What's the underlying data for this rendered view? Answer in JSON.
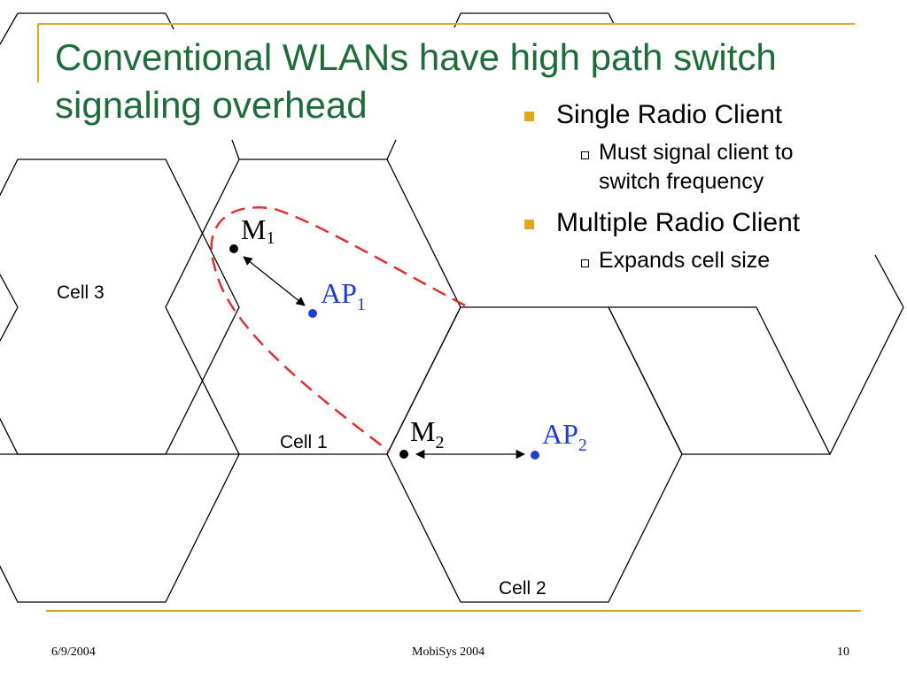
{
  "slide": {
    "title_lines": [
      "Conventional WLANs have high path switch",
      "signaling overhead"
    ],
    "bullets": [
      {
        "text": "Single Radio Client",
        "sub": [
          "Must signal client to",
          "switch frequency"
        ]
      },
      {
        "text": "Multiple Radio Client",
        "sub": [
          "Expands cell size"
        ]
      }
    ]
  },
  "diagram": {
    "cell_labels": {
      "cell1": "Cell 1",
      "cell2": "Cell 2",
      "cell3": "Cell 3"
    },
    "nodes": {
      "m1": {
        "base": "M",
        "sub": "1"
      },
      "ap1": {
        "base": "AP",
        "sub": "1"
      },
      "m2": {
        "base": "M",
        "sub": "2"
      },
      "ap2": {
        "base": "AP",
        "sub": "2"
      }
    }
  },
  "footer": {
    "date": "6/9/2004",
    "center": "MobiSys 2004",
    "page": "10"
  },
  "colors": {
    "title": "#1F6B3A",
    "accent": "#E0A820",
    "ap": "#1F3FD0",
    "dashed": "#E03030"
  }
}
